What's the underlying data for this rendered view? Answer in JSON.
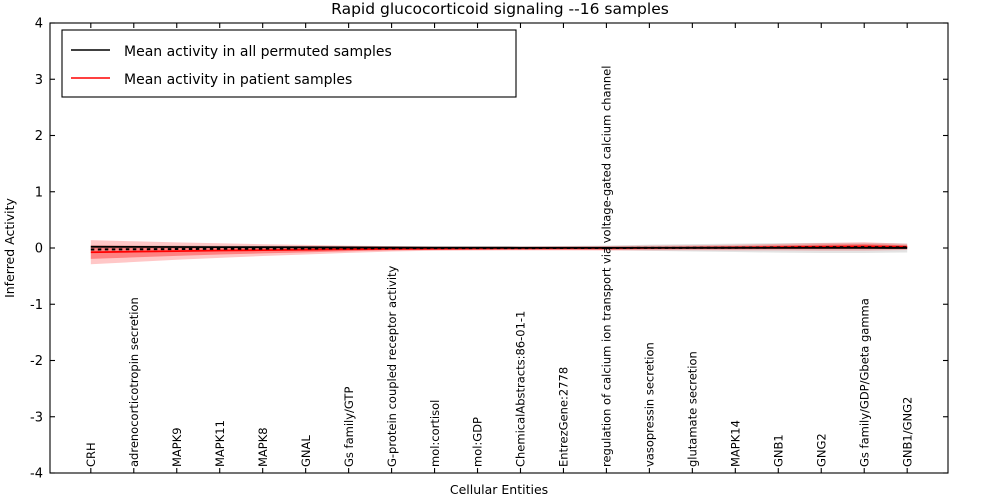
{
  "chart_data": {
    "type": "line",
    "title": "Rapid glucocorticoid signaling --16 samples",
    "xlabel": "Cellular Entities",
    "ylabel": "Inferred Activity",
    "ylim": [
      -4,
      4
    ],
    "yticks": [
      "4",
      "3",
      "2",
      "1",
      "0",
      "-1",
      "-2",
      "-3",
      "-4"
    ],
    "ytick_values": [
      4,
      3,
      2,
      1,
      0,
      -1,
      -2,
      -3,
      -4
    ],
    "grid": false,
    "legend_position": "upper left",
    "categories": [
      "CRH",
      "adrenocorticotropin secretion",
      "MAPK9",
      "MAPK11",
      "MAPK8",
      "GNAL",
      "Gs family/GTP",
      "G-protein coupled receptor activity",
      "mol:cortisol",
      "mol:GDP",
      "ChemicalAbstracts:86-01-1",
      "EntrezGene:2778",
      "regulation of calcium ion transport via voltage-gated calcium channel",
      "vasopressin secretion",
      "glutamate secretion",
      "MAPK14",
      "GNB1",
      "GNG2",
      "Gs family/GDP/Gbeta gamma",
      "GNB1/GNG2"
    ],
    "series": [
      {
        "name": "Mean activity in all permuted samples",
        "color": "#000000",
        "band_color": "#808080",
        "style": "solid-dashed",
        "values": [
          0.022,
          0.02,
          0.018,
          0.016,
          0.014,
          0.012,
          0.01,
          0.008,
          0.007,
          0.006,
          0.005,
          0.005,
          0.004,
          0.004,
          0.003,
          0.003,
          0.002,
          0.002,
          0.002,
          0.001
        ],
        "std": [
          0.03,
          0.03,
          0.028,
          0.026,
          0.025,
          0.024,
          0.023,
          0.022,
          0.022,
          0.022,
          0.024,
          0.03,
          0.04,
          0.055,
          0.065,
          0.075,
          0.085,
          0.09,
          0.09,
          0.08
        ]
      },
      {
        "name": "Mean activity in patient samples",
        "color": "#ff0000",
        "band_color": "#ff0000",
        "style": "solid",
        "values": [
          -0.075,
          -0.065,
          -0.055,
          -0.045,
          -0.038,
          -0.03,
          -0.022,
          -0.015,
          -0.012,
          -0.01,
          -0.008,
          -0.006,
          -0.004,
          0.0,
          0.004,
          0.008,
          0.015,
          0.022,
          0.028,
          0.02
        ],
        "std": [
          0.215,
          0.185,
          0.155,
          0.13,
          0.105,
          0.085,
          0.065,
          0.048,
          0.038,
          0.035,
          0.034,
          0.036,
          0.04,
          0.042,
          0.045,
          0.05,
          0.058,
          0.068,
          0.075,
          0.055
        ]
      }
    ]
  },
  "legend": {
    "entries": [
      {
        "label": "Mean activity in all permuted samples",
        "color": "#000000"
      },
      {
        "label": "Mean activity in patient samples",
        "color": "#ff0000"
      }
    ]
  },
  "colors": {
    "patient_line": "#ff0000",
    "permuted_line": "#000000",
    "patient_band": "rgba(255,0,0,0.22)",
    "patient_band_inner": "rgba(255,0,0,0.35)",
    "permuted_band": "rgba(128,128,128,0.22)",
    "background": "#ffffff",
    "axis": "#000000"
  }
}
